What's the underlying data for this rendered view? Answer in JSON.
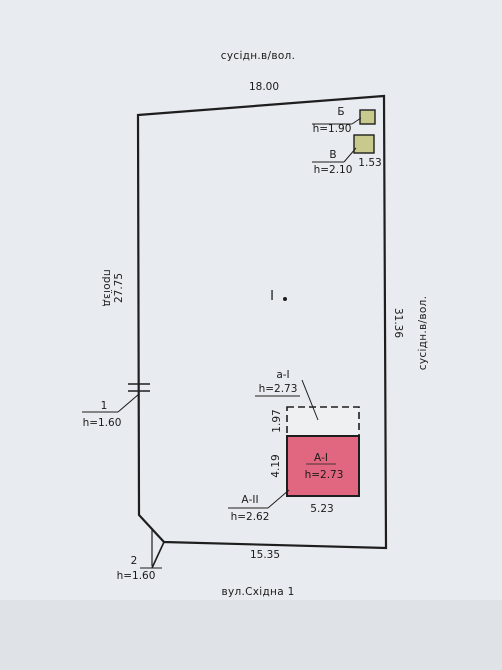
{
  "labels": {
    "top_neighbor": "сусідн.в/вол.",
    "right_neighbor": "сусідн.в/вол.",
    "bottom_street": "вул.Східна 1",
    "left_passage": "проїзд",
    "plot_marker": "I"
  },
  "dimensions": {
    "top": "18.00",
    "left": "27.75",
    "right": "31.36",
    "bottom": "15.35",
    "house_width": "5.23",
    "house_depth": "4.19",
    "veranda_depth": "1.97",
    "shed_b_side": "1.53"
  },
  "structures": {
    "house": {
      "code": "А-І",
      "height": "h=2.73",
      "fill": "#e0677f"
    },
    "veranda": {
      "code": "а-І",
      "height": "h=2.73"
    },
    "house_ext": {
      "code": "А-ІІ",
      "height": "h=2.62"
    },
    "shed_b": {
      "code": "Б",
      "height": "h=1.90",
      "fill": "#c7c98d"
    },
    "shed_v": {
      "code": "В",
      "height": "h=2.10",
      "fill": "#c7c98d"
    },
    "gate_1": {
      "code": "1",
      "height": "h=1.60"
    },
    "gate_2": {
      "code": "2",
      "height": "h=1.60"
    }
  }
}
